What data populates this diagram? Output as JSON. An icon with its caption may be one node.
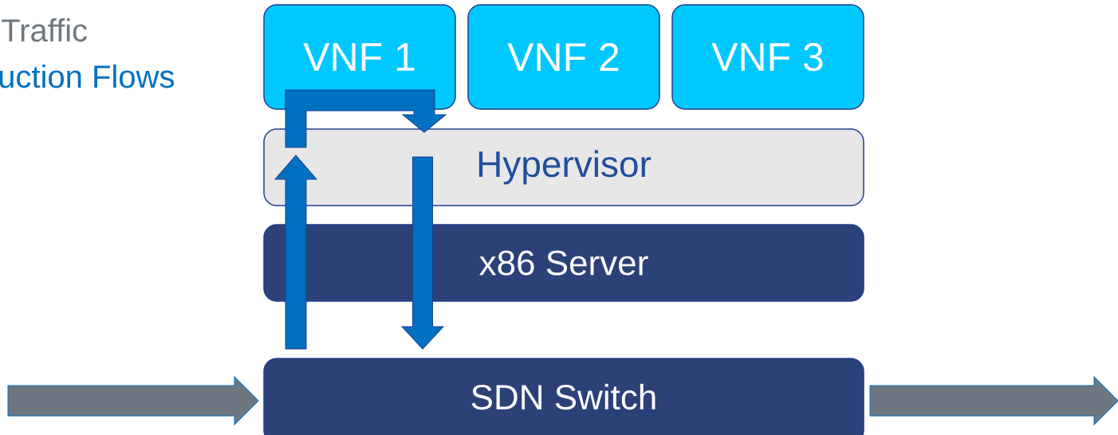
{
  "diagram": {
    "nodes": [
      {
        "text": [
          "VNF 1"
        ]
      },
      {
        "text": [
          "VNF 2"
        ]
      },
      {
        "text": [
          "VNF 3"
        ]
      },
      {
        "text": [
          "Hypervisor"
        ]
      },
      {
        "text": [
          "x86 Server"
        ]
      },
      {
        "text": [
          "SDN Switch"
        ]
      }
    ],
    "edges": [
      {
        "from": null,
        "to": 5,
        "arrow": "to",
        "color": "#6d7781"
      },
      {
        "from": 5,
        "to": null,
        "arrow": "to",
        "color": "#6d7781"
      },
      {
        "from": 5,
        "to": 3,
        "arrow": "to"
      },
      {
        "from": 3,
        "to": 3,
        "arrow": "to"
      },
      {
        "from": 3,
        "to": 5,
        "arrow": "to"
      }
    ],
    "labels": [
      "Traffic",
      "uction Flows"
    ]
  }
}
